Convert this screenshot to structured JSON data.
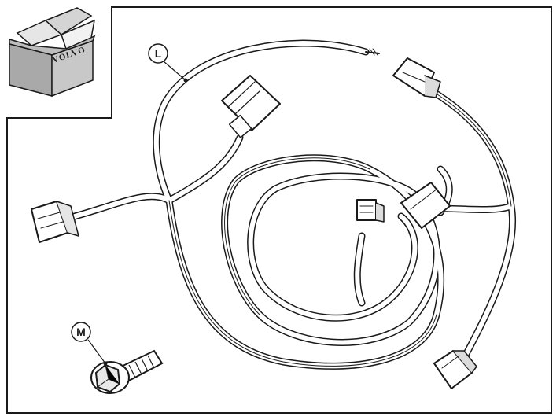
{
  "box": {
    "brand": "VOLVO"
  },
  "callouts": {
    "harness": {
      "label": "L"
    },
    "bolt": {
      "label": "M"
    }
  }
}
